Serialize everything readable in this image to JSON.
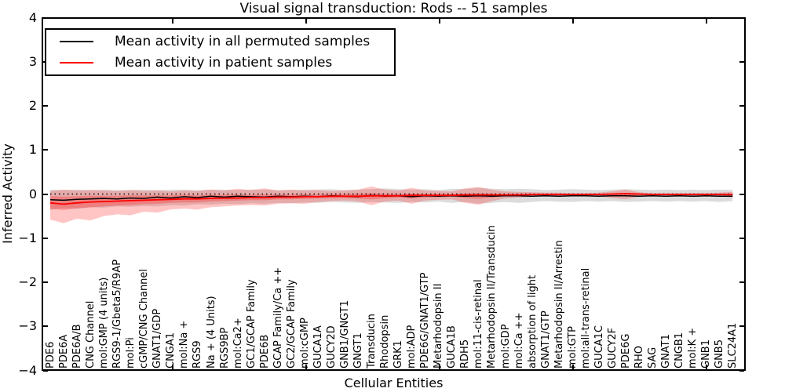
{
  "title": "Visual signal transduction: Rods -- 51 samples",
  "axes": {
    "xlabel": "Cellular Entities",
    "ylabel": "Inferred Activity",
    "yticks": [
      "4",
      "3",
      "2",
      "1",
      "0",
      "−1",
      "−2",
      "−3",
      "−4"
    ],
    "ylim": [
      -4,
      4
    ],
    "grid": false
  },
  "legend": {
    "position": "upper-left",
    "items": [
      {
        "label": "Mean activity in all permuted samples",
        "color": "#000000"
      },
      {
        "label": "Mean activity in patient samples",
        "color": "#ff0000"
      }
    ]
  },
  "chart_data": {
    "type": "line",
    "title": "Visual signal transduction: Rods -- 51 samples",
    "xlabel": "Cellular Entities",
    "ylabel": "Inferred Activity",
    "ylim": [
      -4,
      4
    ],
    "zero_line": 0,
    "categories": [
      "PDE6",
      "PDE6A",
      "PDE6A/B",
      "CNG Channel",
      "mol:GMP (4 units)",
      "RGS9-1/Gbeta5/R9AP",
      "mol:Pi",
      "cGMP/CNG Channel",
      "GNAT1/GDP",
      "CNGA1",
      "mol:Na +",
      "RGS9",
      "Na + (4 Units)",
      "RGS9BP",
      "mol:Ca2+",
      "GC1/GCAP Family",
      "PDE6B",
      "GCAP Family/Ca ++",
      "GC2/GCAP Family",
      "mol:cGMP",
      "GUCA1A",
      "GUCY2D",
      "GNB1/GNGT1",
      "GNGT1",
      "Transducin",
      "Rhodopsin",
      "GRK1",
      "mol:ADP",
      "PDE6G/GNAT1/GTP",
      "Metarhodopsin II",
      "GUCA1B",
      "RDH5",
      "mol:11-cis-retinal",
      "Metarhodopsin II/Transducin",
      "mol:GDP",
      "mol:Ca ++",
      "absorption of light",
      "GNAT1/GTP",
      "Metarhodopsin II/Arrestin",
      "mol:GTP",
      "mol:all-trans-retinal",
      "GUCA1C",
      "GUCY2F",
      "PDE6G",
      "RHO",
      "SAG",
      "GNAT1",
      "CNGB1",
      "mol:K +",
      "GNB1",
      "GNB5",
      "SLC24A1"
    ],
    "series": [
      {
        "name": "Mean activity in all permuted samples",
        "color": "#000000",
        "values": [
          -0.13,
          -0.14,
          -0.12,
          -0.11,
          -0.1,
          -0.11,
          -0.09,
          -0.1,
          -0.07,
          -0.09,
          -0.06,
          -0.08,
          -0.05,
          -0.07,
          -0.05,
          -0.06,
          -0.07,
          -0.05,
          -0.06,
          -0.05,
          -0.06,
          -0.04,
          -0.05,
          -0.06,
          -0.03,
          -0.05,
          -0.04,
          -0.06,
          -0.04,
          -0.05,
          -0.04,
          -0.05,
          -0.04,
          -0.05,
          -0.04,
          -0.04,
          -0.05,
          -0.04,
          -0.05,
          -0.04,
          -0.04,
          -0.05,
          -0.04,
          -0.04,
          -0.05,
          -0.04,
          -0.05,
          -0.04,
          -0.05,
          -0.04,
          -0.05,
          -0.05
        ]
      },
      {
        "name": "Mean activity in patient samples",
        "color": "#ff0000",
        "values": [
          -0.2,
          -0.23,
          -0.2,
          -0.18,
          -0.17,
          -0.16,
          -0.15,
          -0.14,
          -0.13,
          -0.12,
          -0.11,
          -0.11,
          -0.1,
          -0.09,
          -0.09,
          -0.08,
          -0.08,
          -0.07,
          -0.07,
          -0.06,
          -0.06,
          -0.05,
          -0.05,
          -0.05,
          -0.04,
          -0.04,
          -0.04,
          -0.03,
          -0.03,
          -0.03,
          -0.03,
          -0.02,
          -0.02,
          -0.02,
          -0.02,
          -0.02,
          -0.01,
          -0.01,
          -0.01,
          -0.01,
          -0.01,
          -0.01,
          0.0,
          0.01,
          0.0,
          -0.01,
          -0.01,
          -0.01,
          -0.01,
          -0.01,
          -0.01,
          -0.01
        ]
      }
    ],
    "bands": [
      {
        "name": "permuted-samples-range",
        "color": "rgba(130,130,130,0.28)",
        "upper": [
          0.1,
          0.09,
          0.1,
          0.09,
          0.1,
          0.09,
          0.09,
          0.1,
          0.09,
          0.1,
          0.1,
          0.09,
          0.1,
          0.1,
          0.09,
          0.1,
          0.1,
          0.09,
          0.09,
          0.1,
          0.1,
          0.11,
          0.09,
          0.1,
          0.11,
          0.13,
          0.11,
          0.1,
          0.11,
          0.09,
          0.12,
          0.11,
          0.14,
          0.12,
          0.11,
          0.12,
          0.11,
          0.09,
          0.1,
          0.11,
          0.1,
          0.09,
          0.1,
          0.11,
          0.1,
          0.09,
          0.1,
          0.09,
          0.1,
          0.09,
          0.1,
          0.09
        ],
        "lower": [
          -0.36,
          -0.32,
          -0.34,
          -0.3,
          -0.31,
          -0.28,
          -0.29,
          -0.27,
          -0.28,
          -0.25,
          -0.26,
          -0.23,
          -0.24,
          -0.22,
          -0.23,
          -0.21,
          -0.22,
          -0.2,
          -0.21,
          -0.19,
          -0.2,
          -0.18,
          -0.19,
          -0.2,
          -0.18,
          -0.19,
          -0.2,
          -0.18,
          -0.19,
          -0.17,
          -0.2,
          -0.18,
          -0.22,
          -0.2,
          -0.18,
          -0.2,
          -0.18,
          -0.16,
          -0.17,
          -0.18,
          -0.16,
          -0.17,
          -0.16,
          -0.18,
          -0.17,
          -0.16,
          -0.17,
          -0.16,
          -0.17,
          -0.16,
          -0.18,
          -0.16
        ]
      },
      {
        "name": "patient-samples-range-outer",
        "color": "rgba(255,25,25,0.25)",
        "upper": [
          0.07,
          0.1,
          0.08,
          0.09,
          0.08,
          0.07,
          0.09,
          0.07,
          0.08,
          0.06,
          0.08,
          0.07,
          0.1,
          0.08,
          0.12,
          0.09,
          0.13,
          0.08,
          0.1,
          0.08,
          0.09,
          0.07,
          0.08,
          0.1,
          0.17,
          0.1,
          0.08,
          0.14,
          0.08,
          0.07,
          0.06,
          0.13,
          0.16,
          0.1,
          0.06,
          0.05,
          0.04,
          0.03,
          0.03,
          0.02,
          0.02,
          0.03,
          0.06,
          0.1,
          0.04,
          0.02,
          0.02,
          0.02,
          0.02,
          0.02,
          0.03,
          0.05
        ],
        "lower": [
          -0.58,
          -0.66,
          -0.56,
          -0.6,
          -0.5,
          -0.46,
          -0.48,
          -0.4,
          -0.42,
          -0.35,
          -0.33,
          -0.35,
          -0.3,
          -0.28,
          -0.26,
          -0.25,
          -0.26,
          -0.22,
          -0.21,
          -0.22,
          -0.18,
          -0.16,
          -0.15,
          -0.17,
          -0.25,
          -0.17,
          -0.15,
          -0.22,
          -0.15,
          -0.13,
          -0.12,
          -0.2,
          -0.24,
          -0.16,
          -0.1,
          -0.08,
          -0.06,
          -0.05,
          -0.05,
          -0.04,
          -0.04,
          -0.05,
          -0.09,
          -0.12,
          -0.06,
          -0.04,
          -0.04,
          -0.04,
          -0.04,
          -0.04,
          -0.05,
          -0.08
        ]
      },
      {
        "name": "patient-samples-range-inner",
        "color": "rgba(255,25,25,0.30)",
        "upper": [
          -0.05,
          -0.06,
          -0.05,
          -0.04,
          -0.04,
          -0.04,
          -0.03,
          -0.03,
          -0.03,
          -0.03,
          -0.02,
          -0.03,
          -0.02,
          -0.02,
          -0.01,
          -0.02,
          -0.01,
          -0.01,
          -0.01,
          -0.01,
          -0.01,
          0.0,
          0.0,
          0.01,
          0.02,
          0.01,
          0.0,
          0.01,
          0.0,
          0.0,
          0.0,
          0.01,
          0.02,
          0.01,
          0.0,
          0.0,
          0.0,
          0.0,
          0.0,
          0.0,
          0.0,
          0.0,
          0.01,
          0.02,
          0.01,
          0.0,
          0.0,
          0.0,
          0.0,
          0.0,
          0.0,
          0.0
        ],
        "lower": [
          -0.33,
          -0.36,
          -0.32,
          -0.3,
          -0.28,
          -0.26,
          -0.25,
          -0.23,
          -0.22,
          -0.2,
          -0.19,
          -0.19,
          -0.17,
          -0.16,
          -0.15,
          -0.14,
          -0.14,
          -0.12,
          -0.12,
          -0.11,
          -0.1,
          -0.09,
          -0.09,
          -0.1,
          -0.12,
          -0.1,
          -0.08,
          -0.1,
          -0.08,
          -0.07,
          -0.06,
          -0.09,
          -0.11,
          -0.08,
          -0.05,
          -0.04,
          -0.03,
          -0.03,
          -0.03,
          -0.02,
          -0.02,
          -0.03,
          -0.04,
          -0.06,
          -0.03,
          -0.02,
          -0.02,
          -0.02,
          -0.02,
          -0.02,
          -0.03,
          -0.04
        ]
      }
    ]
  }
}
